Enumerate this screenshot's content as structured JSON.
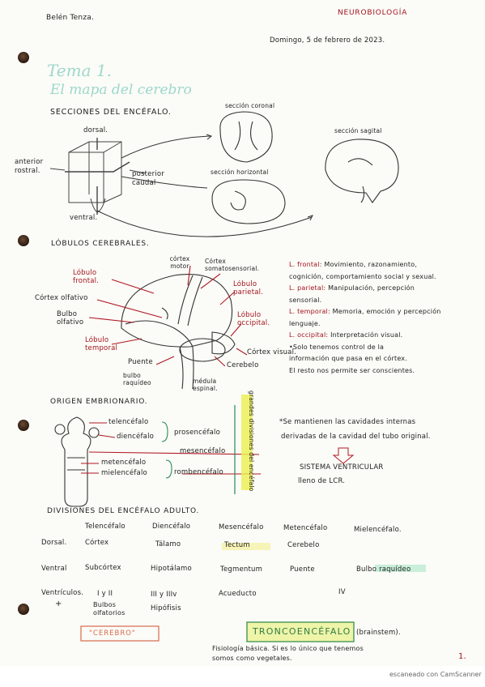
{
  "header": {
    "author": "Belén Tenza.",
    "subject": "NEUROBIOLOGÍA",
    "date": "Domingo, 5 de febrero de 2023."
  },
  "title": {
    "tema": "Tema 1.",
    "subtitle": "El mapa del cerebro"
  },
  "secciones": {
    "heading": "SECCIONES DEL ENCÉFALO.",
    "dorsal": "dorsal.",
    "anterior": "anterior",
    "rostral": "rostral.",
    "posterior": "posterior",
    "caudal": "caudal",
    "ventral": "ventral.",
    "coronal": "sección coronal",
    "horizontal": "sección horizontal",
    "sagital": "sección sagital"
  },
  "lobulos": {
    "heading": "LÓBULOS CEREBRALES.",
    "cortex_motor": "córtex motor",
    "cortex_somato": "Córtex somatosensorial.",
    "lobulo_frontal": "Lóbulo frontal.",
    "lobulo_parietal": "Lóbulo parietal.",
    "cortex_olfativo": "Córtex olfativo",
    "bulbo_olfativo": "Bulbo olfativo",
    "lobulo_occipital": "Lóbulo occipital.",
    "lobulo_temporal": "Lóbulo temporal",
    "puente": "Puente",
    "cortex_visual": "Córtex visual.",
    "cerebelo": "Cerebelo",
    "bulbo_raquideo": "bulbo raquídeo",
    "medula": "médula espinal.",
    "notes": [
      {
        "label": "L. frontal:",
        "text": "Movimiento, razonamiento,"
      },
      {
        "label": "",
        "text": "cognición, comportamiento social y sexual."
      },
      {
        "label": "L. parietal:",
        "text": "Manipulación, percepción"
      },
      {
        "label": "",
        "text": "sensorial."
      },
      {
        "label": "L. temporal:",
        "text": "Memoria, emoción y percepción"
      },
      {
        "label": "",
        "text": "lenguaje."
      },
      {
        "label": "L. occipital:",
        "text": "Interpretación visual."
      }
    ],
    "bullet": [
      "•Solo tenemos control de la",
      "información que pasa en el córtex.",
      "El resto nos permite ser conscientes."
    ]
  },
  "origen": {
    "heading": "ORIGEN EMBRIONARIO.",
    "telencefalo": "telencéfalo",
    "diencefalo": "diencéfalo",
    "prosencefalo": "prosencéfalo",
    "mesencefalo": "mesencéfalo",
    "metencefalo": "metencéfalo",
    "mielencefalo": "mielencéfalo",
    "rombencefalo": "rombencéfalo",
    "vertical_label": "grandes divisiones del encéfalo",
    "note1": "*Se mantienen las cavidades internas",
    "note2": "derivadas de la cavidad del tubo original.",
    "sistema": "SISTEMA VENTRICULAR",
    "lleno": "lleno de LCR."
  },
  "divisiones": {
    "heading": "DIVISIONES DEL ENCÉFALO ADULTO.",
    "columns": [
      "Telencéfalo",
      "Diencéfalo",
      "Mesencéfalo",
      "Metencéfalo",
      "Mielencéfalo."
    ],
    "dorsal_label": "Dorsal.",
    "dorsal": [
      "Córtex",
      "Tálamo",
      "Tectum",
      "Cerebelo"
    ],
    "ventral_label": "Ventral",
    "ventral": [
      "Subcórtex",
      "Hipotálamo",
      "Tegmentum",
      "Puente",
      "Bulbo raquídeo"
    ],
    "ventriculos_label": "Ventrículos.",
    "ventriculos": [
      "I y II",
      "III y IIIv",
      "Acueducto",
      "IV"
    ],
    "plus": "+",
    "extras": [
      "Bulbos olfatorios",
      "Hipófisis"
    ],
    "cerebro": "\"CEREBRO\"",
    "tronco": "TRONCOENCÉFALO",
    "brainstem": "(brainstem).",
    "fisio1": "Fisiología básica. Si es lo único que tenemos",
    "fisio2": "somos como vegetales.",
    "page": "1."
  },
  "footer": {
    "scanner": "escaneado con CamScanner"
  }
}
